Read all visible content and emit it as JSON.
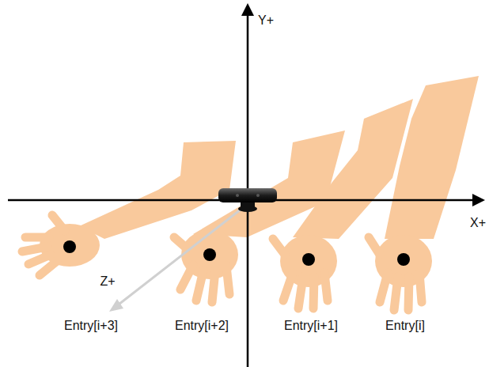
{
  "diagram": {
    "labels": [
      "Y+",
      "X+",
      "Z+",
      "Entry[i+3]",
      "Entry[i+2]",
      "Entry[i+1]",
      "Entry[i]"
    ]
  }
}
